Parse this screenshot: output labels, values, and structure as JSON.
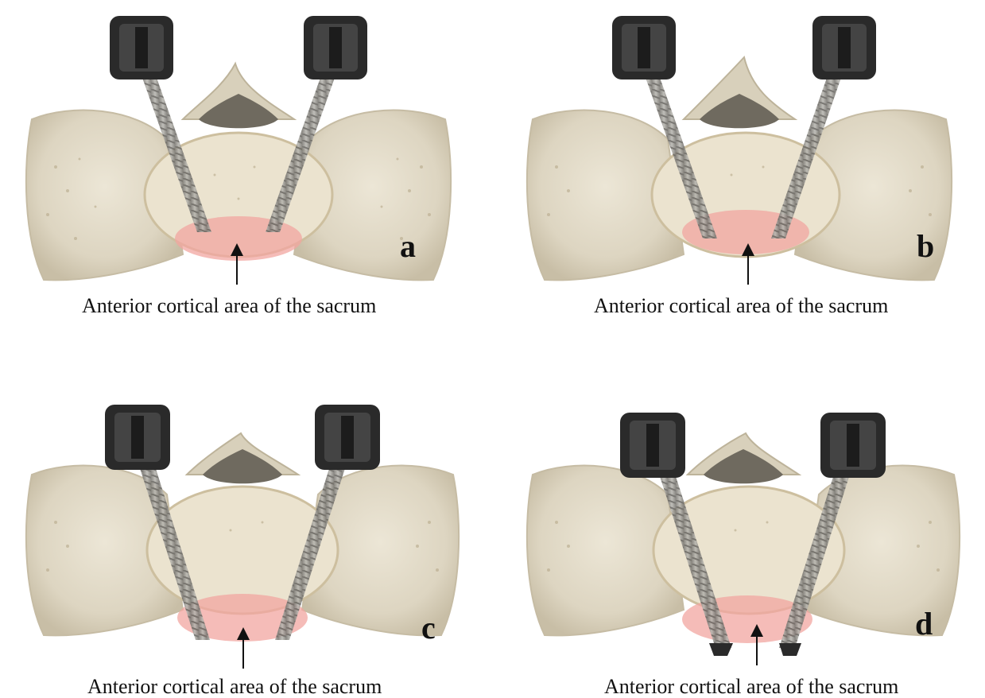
{
  "panels": [
    {
      "letter": "a",
      "caption": "Anterior cortical area of the sacrum"
    },
    {
      "letter": "b",
      "caption": "Anterior cortical area of the sacrum"
    },
    {
      "letter": "c",
      "caption": "Anterior cortical area of the sacrum"
    },
    {
      "letter": "d",
      "caption": "Anterior cortical area of the sacrum"
    }
  ],
  "colors": {
    "bone": "#e2dccb",
    "bone_shadow": "#c9c1aa",
    "bone_pore": "#b7a98a",
    "cortical_highlight": "#f2a6a0",
    "screw_shaft": "#9a9893",
    "screw_head": "#2a2a2a",
    "text": "#111111"
  }
}
